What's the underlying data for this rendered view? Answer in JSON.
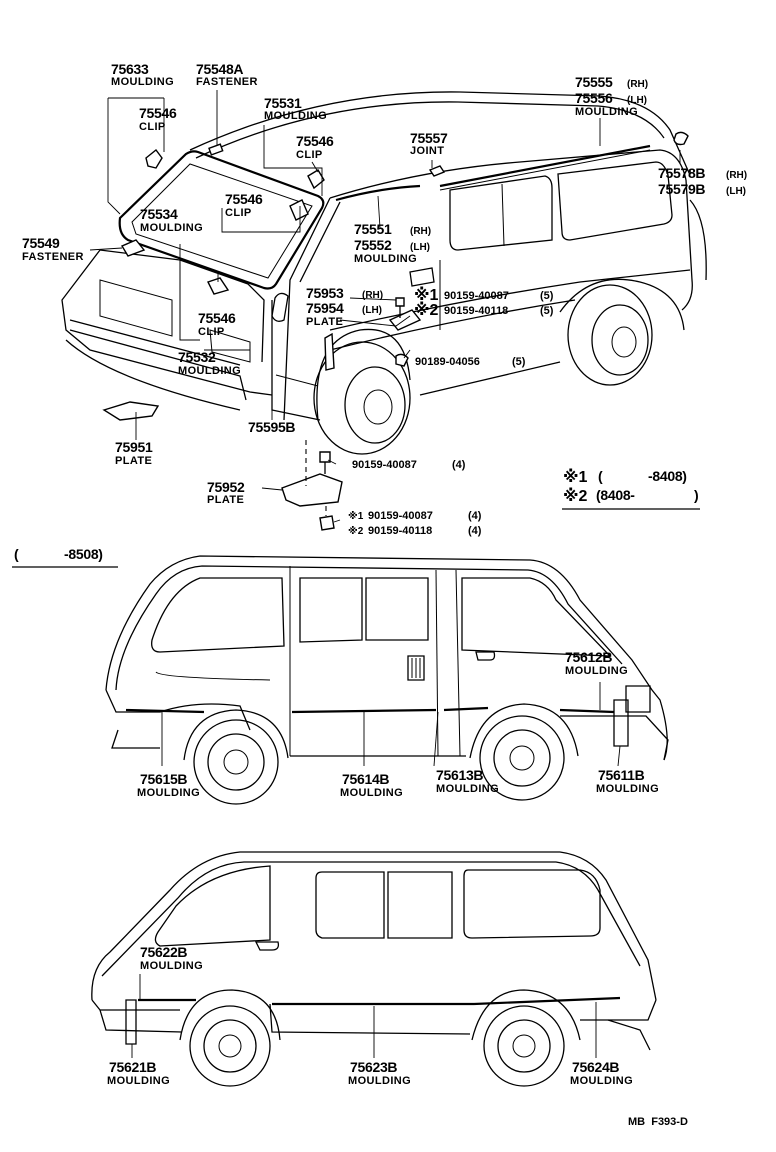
{
  "top": {
    "moulding_75633": {
      "num": "75633",
      "label": "MOULDING"
    },
    "fastener_75548a": {
      "num": "75548A",
      "label": "FASTENER"
    },
    "moulding_75531": {
      "num": "75531",
      "label": "MOULDING"
    },
    "clip_75546_a": {
      "num": "75546",
      "label": "CLIP"
    },
    "clip_75546_b": {
      "num": "75546",
      "label": "CLIP"
    },
    "clip_75546_c": {
      "num": "75546",
      "label": "CLIP"
    },
    "clip_75546_d": {
      "num": "75546",
      "label": "CLIP"
    },
    "joint_75557": {
      "num": "75557",
      "label": "JOINT"
    },
    "moulding_75555": {
      "num_rh": "75555",
      "rh": "(RH)",
      "num_lh": "75556",
      "lh": "(LH)",
      "label": "MOULDING"
    },
    "moulding_75578b": {
      "num_rh": "75578B",
      "rh": "(RH)",
      "num_lh": "75579B",
      "lh": "(LH)"
    },
    "moulding_75534": {
      "num": "75534",
      "label": "MOULDING"
    },
    "fastener_75549": {
      "num": "75549",
      "label": "FASTENER"
    },
    "moulding_75551": {
      "num_rh": "75551",
      "rh": "(RH)",
      "num_lh": "75552",
      "lh": "(LH)",
      "label": "MOULDING"
    },
    "plate_75953": {
      "num_rh": "75953",
      "rh": "(RH)",
      "num_lh": "75954",
      "lh": "(LH)",
      "label": "PLATE"
    },
    "bolt_a": {
      "mark": "※1",
      "pn": "90159-40087",
      "qty": "(5)"
    },
    "bolt_b": {
      "mark": "※2",
      "pn": "90159-40118",
      "qty": "(5)"
    },
    "nut_c": {
      "pn": "90189-04056",
      "qty": "(5)"
    },
    "moulding_75532": {
      "num": "75532",
      "label": "MOULDING"
    },
    "part_75595b": {
      "num": "75595B"
    },
    "plate_75951": {
      "num": "75951",
      "label": "PLATE"
    },
    "bolt_d": {
      "pn": "90159-40087",
      "qty": "(4)"
    },
    "plate_75952": {
      "num": "75952",
      "label": "PLATE"
    },
    "bolt_e": {
      "mark": "※1",
      "pn": "90159-40087",
      "qty": "(4)"
    },
    "bolt_f": {
      "mark": "※2",
      "pn": "90159-40118",
      "qty": "(4)"
    }
  },
  "legend": {
    "row1": {
      "mark": "※1",
      "open": "(",
      "range": "-8408)"
    },
    "row2": {
      "mark": "※2",
      "range": "(8408-",
      "close": ")"
    }
  },
  "middle": {
    "range": "(",
    "range_end": "-8508)",
    "m_75612b": {
      "num": "75612B",
      "label": "MOULDING"
    },
    "m_75615b": {
      "num": "75615B",
      "label": "MOULDING"
    },
    "m_75614b": {
      "num": "75614B",
      "label": "MOULDING"
    },
    "m_75613b": {
      "num": "75613B",
      "label": "MOULDING"
    },
    "m_75611b": {
      "num": "75611B",
      "label": "MOULDING"
    }
  },
  "bottom": {
    "m_75622b": {
      "num": "75622B",
      "label": "MOULDING"
    },
    "m_75621b": {
      "num": "75621B",
      "label": "MOULDING"
    },
    "m_75623b": {
      "num": "75623B",
      "label": "MOULDING"
    },
    "m_75624b": {
      "num": "75624B",
      "label": "MOULDING"
    }
  },
  "footer": {
    "code": "MB  F393-D"
  }
}
